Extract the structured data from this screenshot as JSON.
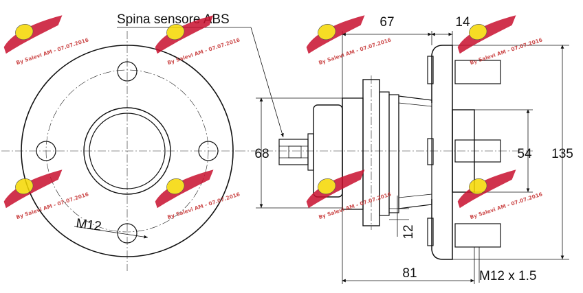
{
  "labels": {
    "abs_connector": "Spina sensore ABS",
    "front_thread": "M12",
    "stud_thread": "M12 x 1.5"
  },
  "dimensions": {
    "flange_depth": "67",
    "flange_thickness": "14",
    "bearing_diameter": "68",
    "pilot_diameter": "54",
    "flange_diameter": "135",
    "overall_length": "81",
    "bolt_offset": "12"
  },
  "watermark": {
    "text": "By Salevi AM - 07.07.2016",
    "brand_color": "#c8102e",
    "badge_color": "#f5d800"
  }
}
